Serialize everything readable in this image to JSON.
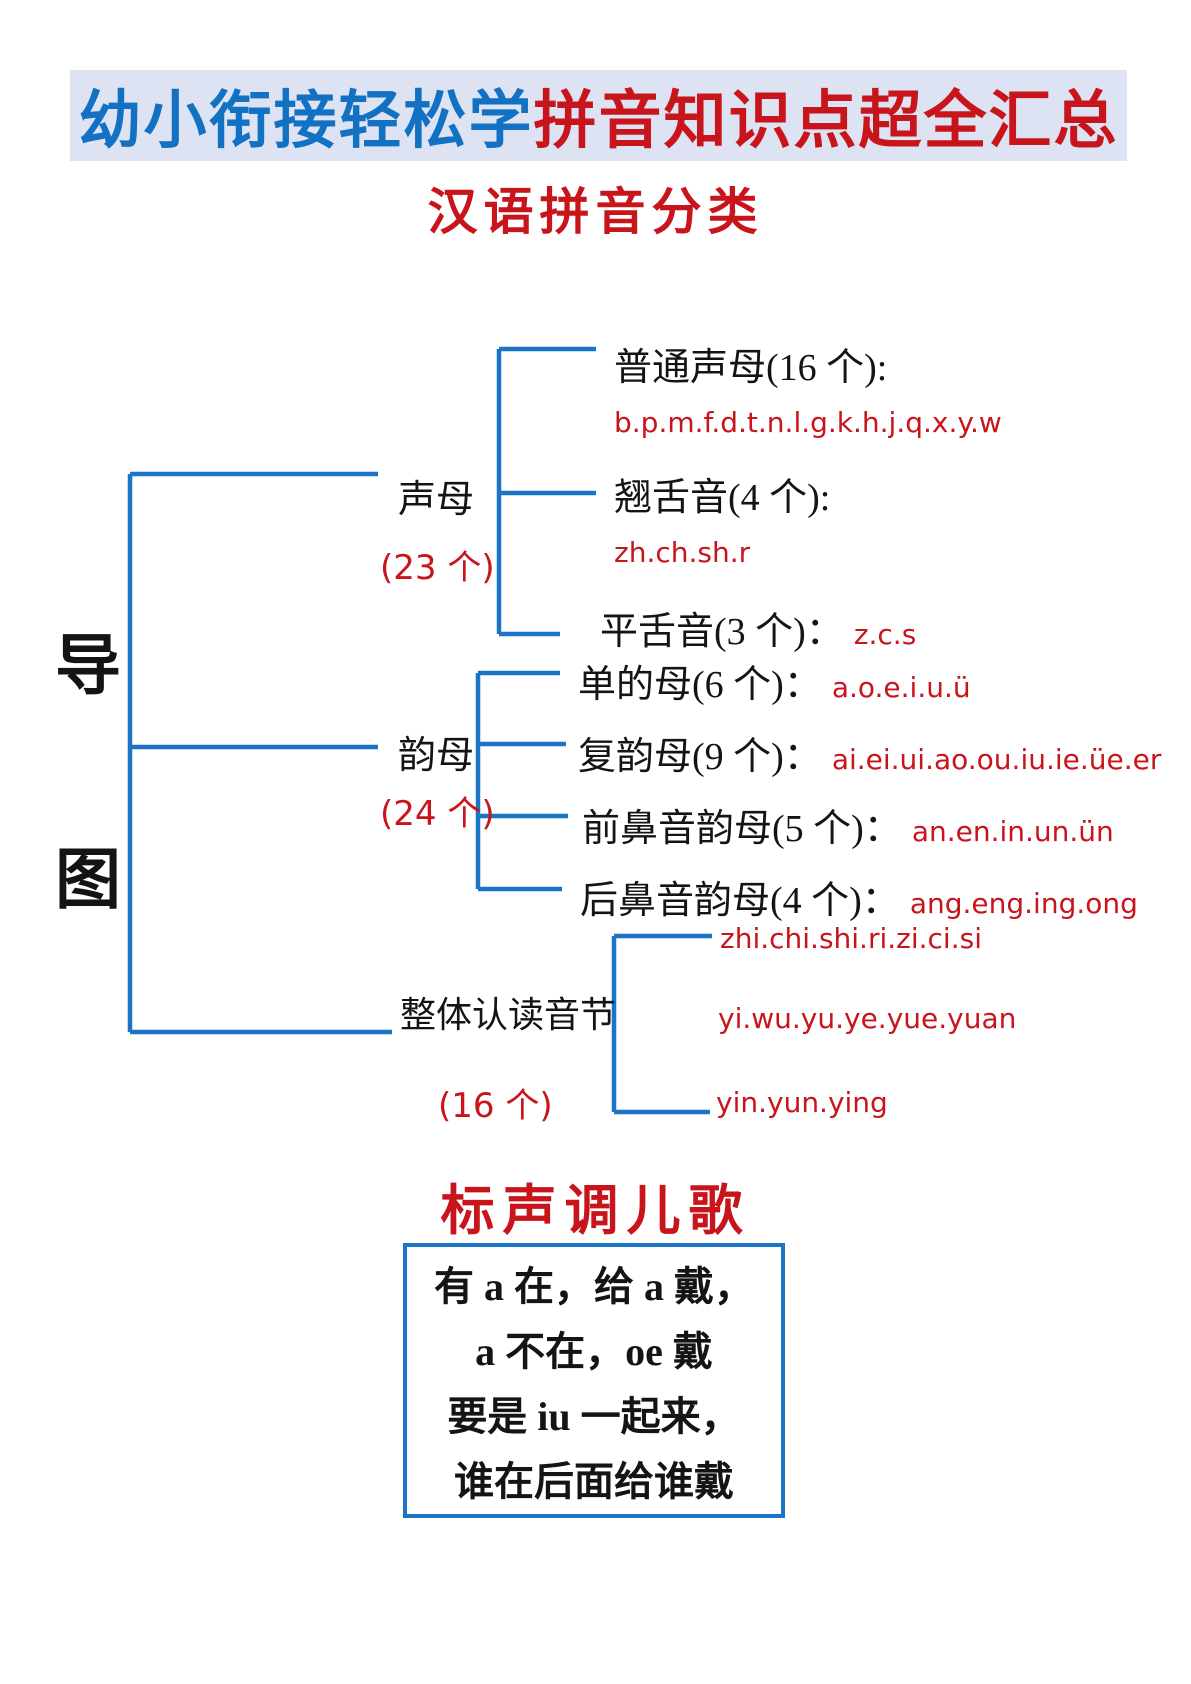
{
  "colors": {
    "banner-bg": "#dde3f2",
    "title-blue": "#1371c3",
    "red": "#c8151b",
    "line-blue": "#1b75c6",
    "ink": "#141414"
  },
  "header": {
    "title_blue": "幼小衔接轻松学",
    "title_red": "拼音知识点超全汇总",
    "subtitle": "汉语拼音分类"
  },
  "mindmap": {
    "root_chars": [
      "导",
      "图"
    ],
    "branches": [
      {
        "label": "声母",
        "count": "(23 个)",
        "children": [
          {
            "label": "普通声母(16 个):",
            "value": "b.p.m.f.d.t.n.l.g.k.h.j.q.x.y.w"
          },
          {
            "label": "翘舌音(4 个):",
            "value": "zh.ch.sh.r"
          },
          {
            "label": "平舌音(3 个)：",
            "value": "z.c.s"
          }
        ]
      },
      {
        "label": "韵母",
        "count": "(24 个)",
        "children": [
          {
            "label": "单的母(6 个)：",
            "value": "a.o.e.i.u.ü"
          },
          {
            "label": "复韵母(9 个)：",
            "value": "ai.ei.ui.ao.ou.iu.ie.üe.er"
          },
          {
            "label": "前鼻音韵母(5 个)：",
            "value": "an.en.in.un.ün"
          },
          {
            "label": "后鼻音韵母(4 个)：",
            "value": "ang.eng.ing.ong"
          }
        ]
      },
      {
        "label": "整体认读音节",
        "count": "(16 个)",
        "children": [
          {
            "value": "zhi.chi.shi.ri.zi.ci.si"
          },
          {
            "value": "yi.wu.yu.ye.yue.yuan"
          },
          {
            "value": "yin.yun.ying"
          }
        ]
      }
    ]
  },
  "song": {
    "title": "标声调儿歌",
    "lines": [
      "有 a 在，给 a 戴，",
      "a 不在，oe 戴",
      "要是 iu 一起来，",
      "谁在后面给谁戴"
    ]
  }
}
